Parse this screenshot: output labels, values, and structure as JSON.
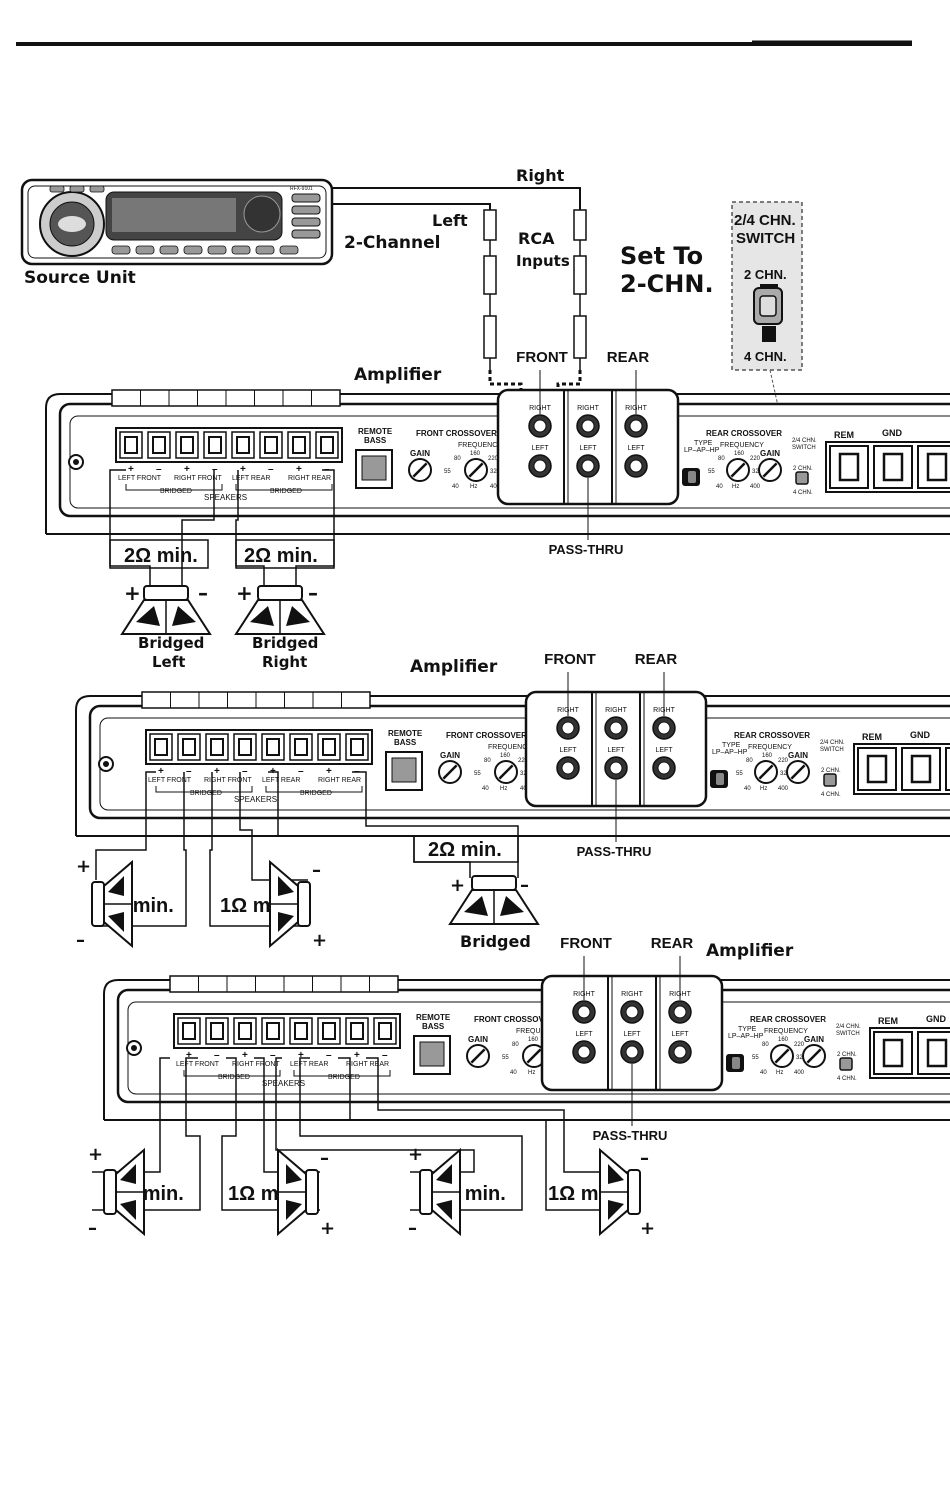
{
  "source": {
    "label": "Source Unit",
    "model": "RFX-9101"
  },
  "rca": {
    "right": "Right",
    "left": "Left",
    "two_channel": "2-Channel",
    "inputs_l1": "RCA",
    "inputs_l2": "Inputs",
    "set_to_l1": "Set To",
    "set_to_l2": "2-CHN."
  },
  "switch_detail": {
    "title_l1": "2/4 CHN.",
    "title_l2": "SWITCH",
    "opt_2": "2 CHN.",
    "opt_4": "4 CHN."
  },
  "amp": {
    "title": "Amplifier",
    "front": "FRONT",
    "rear": "REAR",
    "pass_thru": "PASS-THRU",
    "right": "RIGHT",
    "left": "LEFT",
    "remote_l1": "REMOTE",
    "remote_l2": "BASS",
    "front_crossover": "FRONT CROSSOVER",
    "rear_crossover": "REAR CROSSOVER",
    "frequency": "FREQUENCY",
    "type": "TYPE",
    "type_opts": "LP–AP–HP",
    "gain": "GAIN",
    "hz": "Hz",
    "f40": "40",
    "f55": "55",
    "f80": "80",
    "f160": "160",
    "f220": "220",
    "f320": "320",
    "f400": "400",
    "left_front": "LEFT FRONT",
    "right_front": "RIGHT FRONT",
    "left_rear": "LEFT REAR",
    "right_rear": "RIGHT REAR",
    "bridged": "BRIDGED",
    "speakers": "SPEAKERS",
    "sw_l1": "2/4 CHN.",
    "sw_l2": "SWITCH",
    "sw_2": "2 CHN.",
    "sw_4": "4 CHN.",
    "rem": "REM",
    "gnd": "GND"
  },
  "diagram1": {
    "imp_left": "2Ω min.",
    "imp_right": "2Ω min.",
    "spk_left_l1": "Bridged",
    "spk_left_l2": "Left",
    "spk_right_l1": "Bridged",
    "spk_right_l2": "Right"
  },
  "diagram2": {
    "imp_1": "1Ω min.",
    "imp_2": "1Ω min.",
    "imp_bridged": "2Ω min.",
    "bridged_label": "Bridged"
  },
  "diagram3": {
    "imp_1": "1Ω min.",
    "imp_2": "1Ω min.",
    "imp_3": "1Ω min.",
    "imp_4": "1Ω min."
  },
  "polarity": {
    "plus": "+",
    "minus": "–"
  }
}
